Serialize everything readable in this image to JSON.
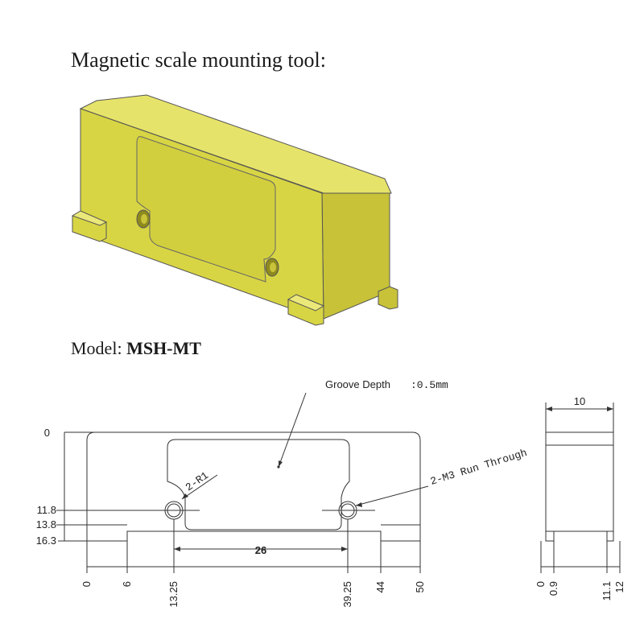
{
  "header": {
    "title": "Magnetic scale mounting tool:"
  },
  "model": {
    "label": "Model:",
    "value": "MSH-MT"
  },
  "callouts": {
    "groove_label": "Groove Depth",
    "groove_value": ":0.5mm",
    "radius": "2-R1",
    "holes": "2-M3 Run Through"
  },
  "front_view": {
    "y_dims": [
      "0",
      "11.8",
      "13.8",
      "16.3"
    ],
    "x_dims": [
      "0",
      "6",
      "13.25",
      "39.25",
      "44",
      "50"
    ],
    "span": "26"
  },
  "side_view": {
    "width": "10",
    "x_dims": [
      "0",
      "0.9",
      "11.1",
      "12"
    ]
  },
  "colors": {
    "body": "#d4d23c",
    "body_dark": "#b5b02a",
    "body_light": "#e8e66a",
    "line": "#333333"
  }
}
